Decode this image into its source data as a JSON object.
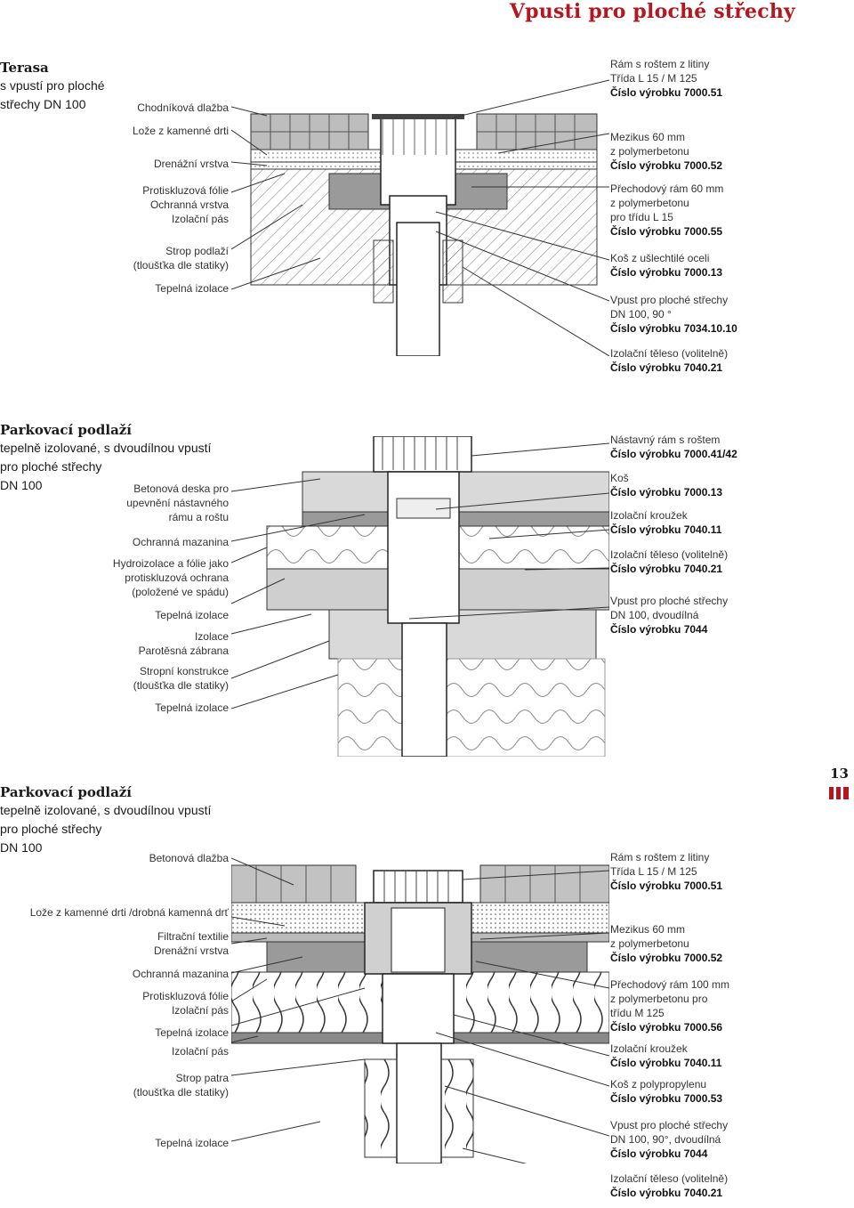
{
  "page": {
    "title": "Vpusti pro ploché střechy",
    "number": "13"
  },
  "section1": {
    "title": "Terasa",
    "subtitle_1": "s vpustí pro ploché",
    "subtitle_2": "střechy DN 100",
    "left_labels": [
      [
        "Chodníková dlažba"
      ],
      [
        "Lože z kamenné drti"
      ],
      [
        "Drenážní vrstva"
      ],
      [
        "Protiskluzová fólie",
        "Ochranná vrstva",
        "Izolační pás"
      ],
      [
        "Strop podlaží",
        "(tloušťka dle statiky)"
      ],
      [
        "Tepelná izolace"
      ]
    ],
    "right_items": [
      {
        "lines": [
          "Rám s roštem z litiny",
          "Třída L 15 / M 125"
        ],
        "code": "Číslo výrobku 7000.51"
      },
      {
        "lines": [
          "Mezikus 60 mm",
          "z polymerbetonu"
        ],
        "code": "Číslo výrobku 7000.52"
      },
      {
        "lines": [
          "Přechodový rám 60 mm",
          "z polymerbetonu",
          "pro třídu L 15"
        ],
        "code": "Číslo výrobku 7000.55"
      },
      {
        "lines": [
          "Koš z ušlechtilé oceli"
        ],
        "code": "Číslo výrobku 7000.13"
      },
      {
        "lines": [
          "Vpust pro ploché střechy",
          "DN 100, 90 °"
        ],
        "code": "Číslo výrobku 7034.10.10"
      },
      {
        "lines": [
          "Izolační těleso (volitelně)"
        ],
        "code": "Číslo výrobku 7040.21"
      }
    ]
  },
  "section2": {
    "title": "Parkovací podlaží",
    "subtitle_1": "tepelně izolované, s dvoudílnou vpustí",
    "subtitle_2": "pro ploché střechy",
    "subtitle_3": "DN 100",
    "left_labels": [
      [
        "Betonová deska pro",
        "upevnění nástavného",
        "rámu a roštu"
      ],
      [
        "Ochranná mazanina"
      ],
      [
        "Hydroizolace a fólie jako",
        "protiskluzová ochrana",
        "(položené ve spádu)"
      ],
      [
        "Tepelná izolace"
      ],
      [
        "Izolace",
        "Parotěsná zábrana"
      ],
      [
        "Stropní konstrukce",
        "(tloušťka dle statiky)"
      ],
      [
        "Tepelná izolace"
      ]
    ],
    "right_items": [
      {
        "lines": [
          "Nástavný rám s roštem"
        ],
        "code": "Číslo výrobku 7000.41/42"
      },
      {
        "lines": [
          "Koš"
        ],
        "code": "Číslo výrobku 7000.13"
      },
      {
        "lines": [
          "Izolační kroužek"
        ],
        "code": "Číslo výrobku 7040.11"
      },
      {
        "lines": [
          "Izolační těleso (volitelně)"
        ],
        "code": "Číslo výrobku 7040.21"
      },
      {
        "lines": [
          "Vpust pro ploché střechy",
          "DN 100, dvoudílná"
        ],
        "code": "Číslo výrobku 7044"
      }
    ]
  },
  "section3": {
    "title": "Parkovací podlaží",
    "subtitle_1": "tepelně izolované, s dvoudílnou vpustí",
    "subtitle_2": "pro ploché střechy",
    "subtitle_3": "DN 100",
    "left_labels": [
      [
        "Betonová dlažba"
      ],
      [
        "Lože z kamenné drti /drobná kamenná drť"
      ],
      [
        "Filtrační textilie",
        "Drenážní vrstva"
      ],
      [
        "Ochranná mazanina"
      ],
      [
        "Protiskluzová fólie",
        "Izolační pás"
      ],
      [
        "Tepelná izolace"
      ],
      [
        "Izolační pás"
      ],
      [
        "Strop patra",
        "(tloušťka dle statiky)"
      ],
      [
        "Tepelná izolace"
      ]
    ],
    "right_items": [
      {
        "lines": [
          "Rám s roštem z litiny",
          "Třída L 15 / M 125"
        ],
        "code": "Číslo výrobku 7000.51"
      },
      {
        "lines": [
          "Mezikus 60 mm",
          "z polymerbetonu"
        ],
        "code": "Číslo výrobku 7000.52"
      },
      {
        "lines": [
          "Přechodový rám 100 mm",
          "z polymerbetonu pro",
          "třídu M 125"
        ],
        "code": "Číslo výrobku 7000.56"
      },
      {
        "lines": [
          "Izolační kroužek"
        ],
        "code": "Číslo výrobku 7040.11"
      },
      {
        "lines": [
          "Koš z polypropylenu"
        ],
        "code": "Číslo výrobku 7000.53"
      },
      {
        "lines": [
          "Vpust pro ploché střechy",
          "DN 100, 90°, dvoudílná"
        ],
        "code": "Číslo výrobku 7044"
      },
      {
        "lines": [
          "Izolační těleso (volitelně)"
        ],
        "code": "Číslo výrobku 7040.21"
      }
    ]
  }
}
